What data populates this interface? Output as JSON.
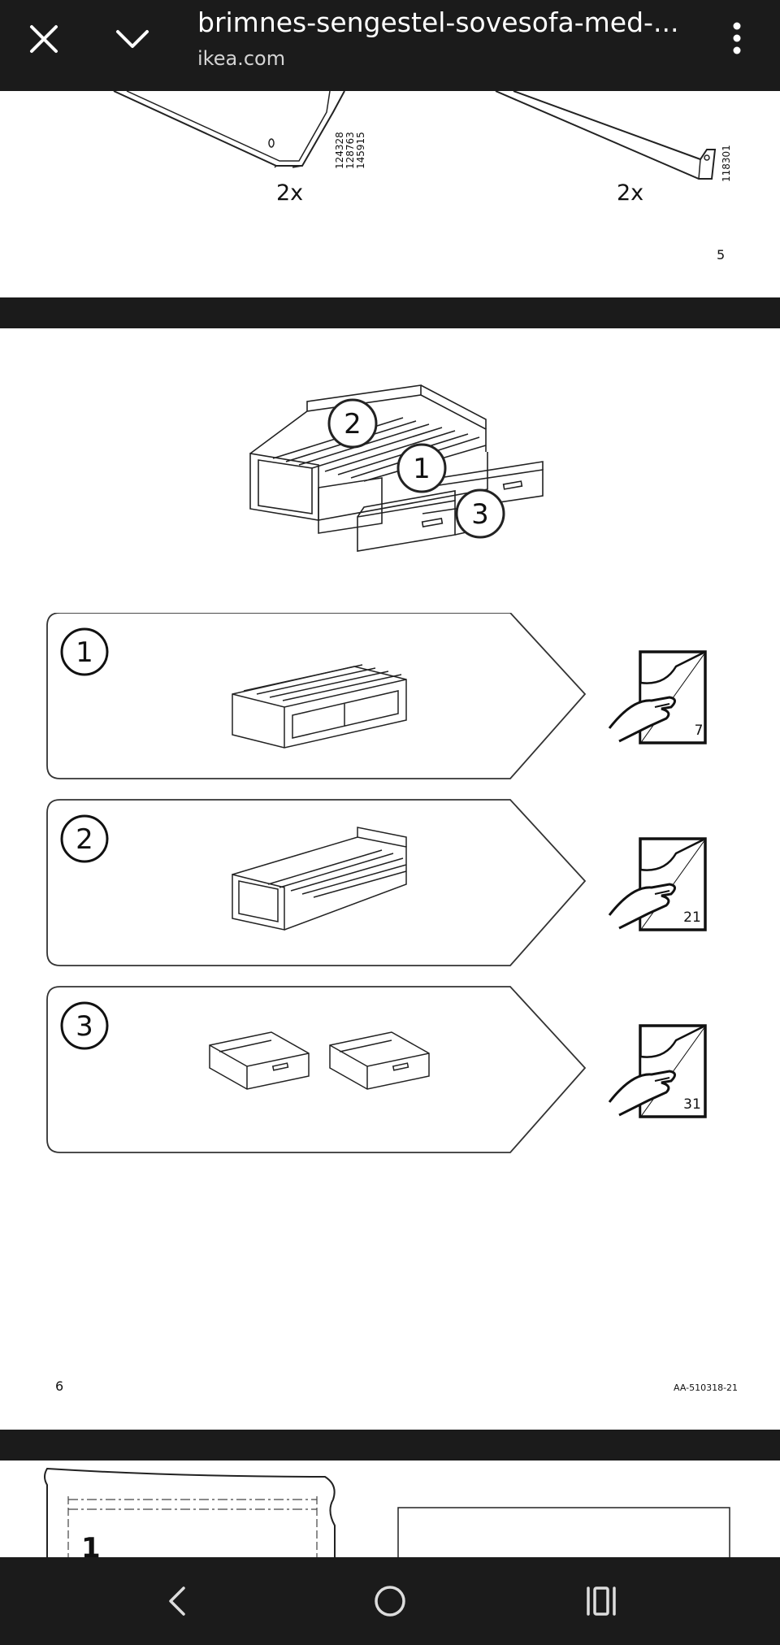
{
  "topbar": {
    "title": "brimnes-sengestel-sovesofa-med-...",
    "url": "ikea.com",
    "icons": [
      "close-icon",
      "chevron-down-icon",
      "more-vert-icon"
    ]
  },
  "page_prev": {
    "qty_left": "2x",
    "qty_right": "2x",
    "part_numbers_left": "124328\n128763\n145915",
    "part_number_right": "118301",
    "page_number": "5"
  },
  "page_current": {
    "overview_labels": [
      "2",
      "1",
      "3"
    ],
    "steps": [
      {
        "number": "1",
        "goto_page": "7"
      },
      {
        "number": "2",
        "goto_page": "21"
      },
      {
        "number": "3",
        "goto_page": "31"
      }
    ],
    "page_number": "6",
    "doc_code": "AA-510318-21"
  },
  "page_next": {
    "step_label": "1"
  },
  "navbar": {
    "icons": [
      "back-icon",
      "home-icon",
      "recents-icon"
    ]
  },
  "colors": {
    "bar": "#1b1b1b",
    "page": "#ffffff",
    "ink": "#111111"
  }
}
